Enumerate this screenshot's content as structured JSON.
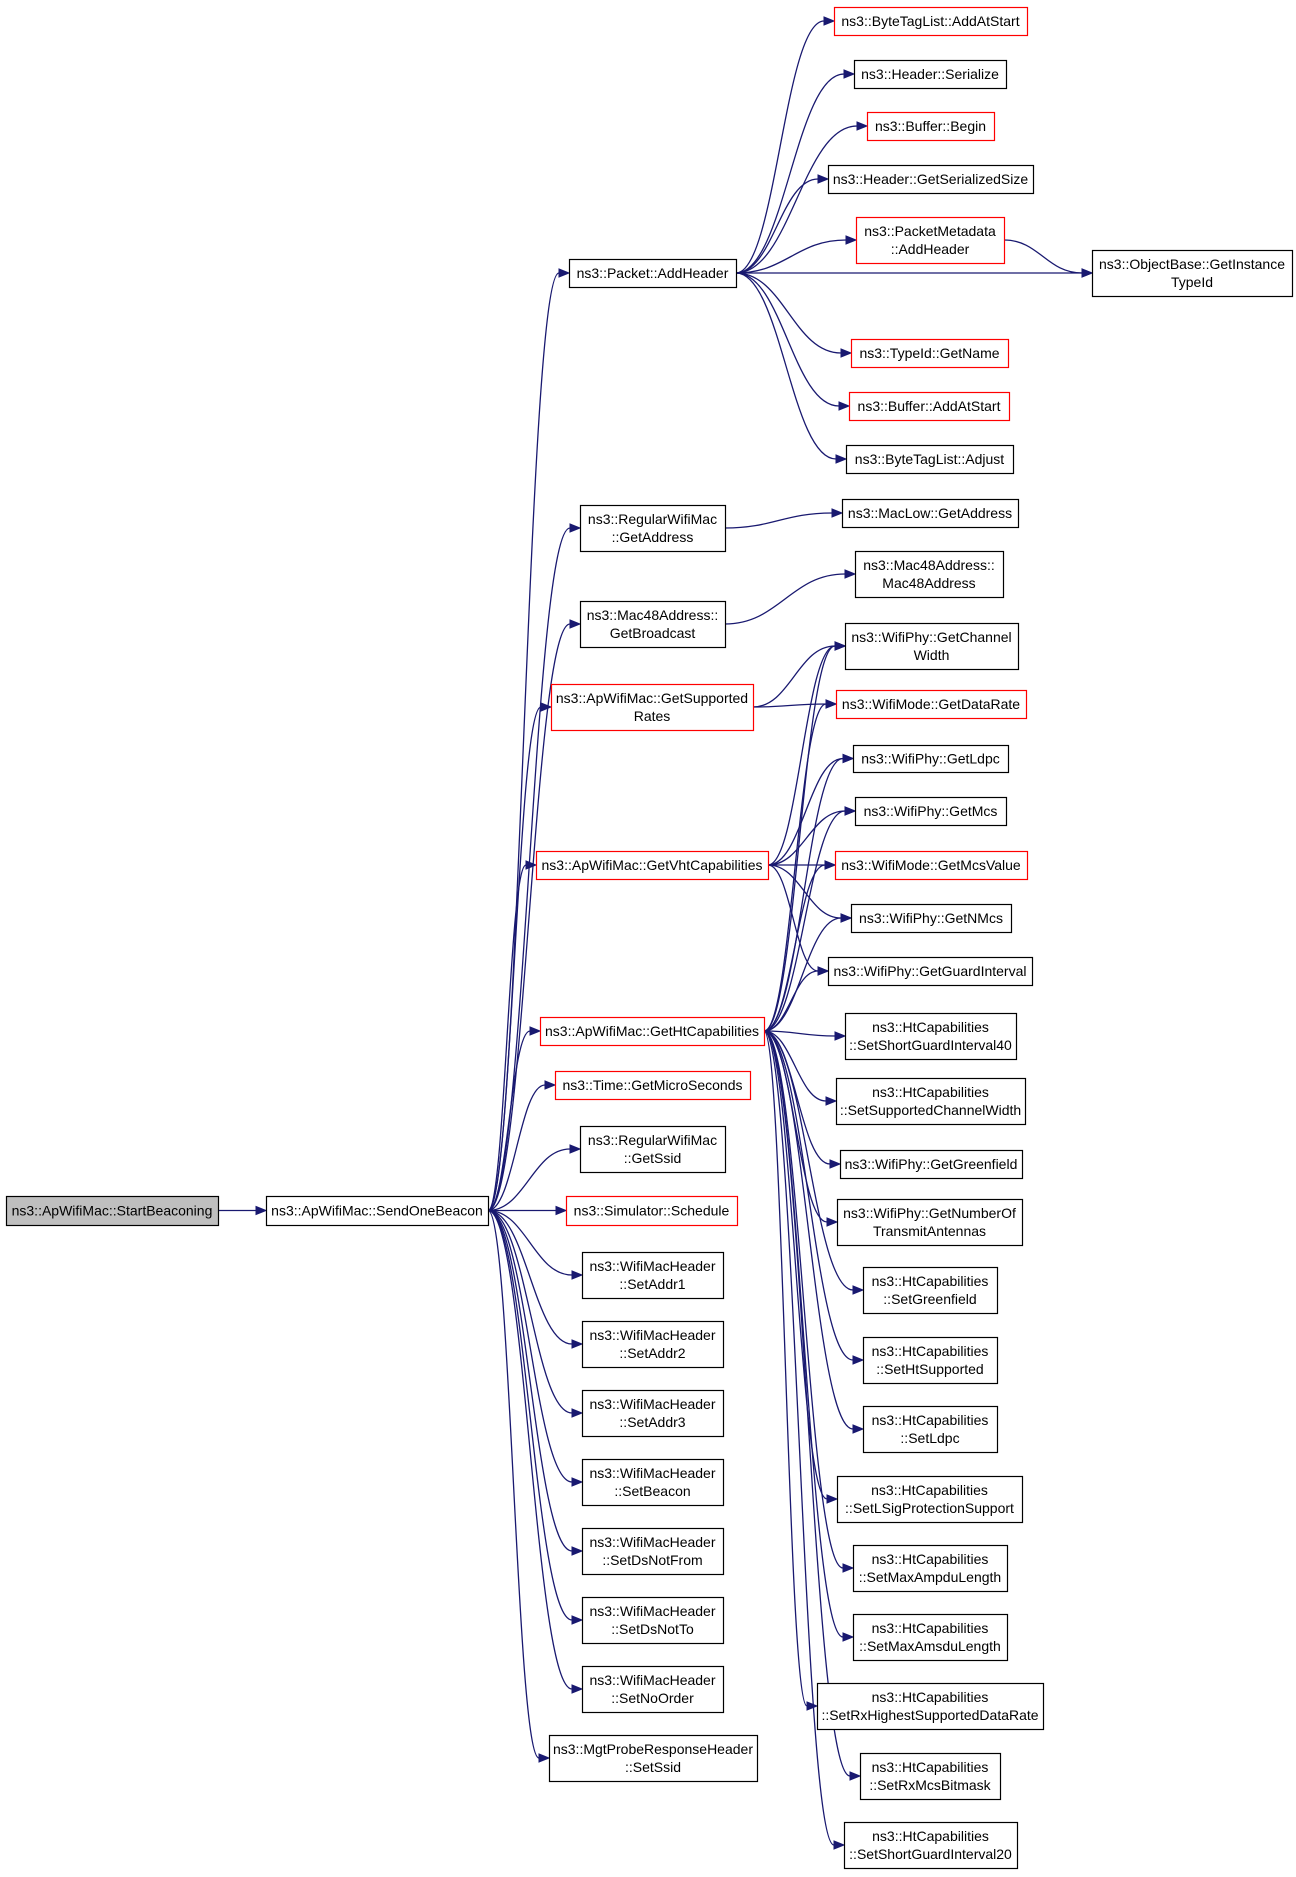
{
  "graph": {
    "title": "",
    "colors": {
      "edge": "#191970",
      "node_border_default": "#000000",
      "node_border_truncated": "#ff0000",
      "node_fill_root": "#bfbfbf",
      "node_fill": "#ffffff"
    },
    "nodes": [
      {
        "id": "start",
        "lines": [
          "ns3::ApWifiMac::StartBeaconing"
        ],
        "style": "root"
      },
      {
        "id": "send",
        "lines": [
          "ns3::ApWifiMac::SendOneBeacon"
        ],
        "style": "normal"
      },
      {
        "id": "addHeader",
        "lines": [
          "ns3::Packet::AddHeader"
        ],
        "style": "normal"
      },
      {
        "id": "btlAddAtStart",
        "lines": [
          "ns3::ByteTagList::AddAtStart"
        ],
        "style": "truncated"
      },
      {
        "id": "hdrSerialize",
        "lines": [
          "ns3::Header::Serialize"
        ],
        "style": "normal"
      },
      {
        "id": "bufBegin",
        "lines": [
          "ns3::Buffer::Begin"
        ],
        "style": "truncated"
      },
      {
        "id": "hdrSize",
        "lines": [
          "ns3::Header::GetSerializedSize"
        ],
        "style": "normal"
      },
      {
        "id": "pmAddHeader",
        "lines": [
          "ns3::PacketMetadata",
          "::AddHeader"
        ],
        "style": "truncated"
      },
      {
        "id": "objTypeId",
        "lines": [
          "ns3::ObjectBase::GetInstance",
          "TypeId"
        ],
        "style": "normal"
      },
      {
        "id": "typeName",
        "lines": [
          "ns3::TypeId::GetName"
        ],
        "style": "truncated"
      },
      {
        "id": "bufAddAtStart",
        "lines": [
          "ns3::Buffer::AddAtStart"
        ],
        "style": "truncated"
      },
      {
        "id": "btlAdjust",
        "lines": [
          "ns3::ByteTagList::Adjust"
        ],
        "style": "normal"
      },
      {
        "id": "rwmGetAddress",
        "lines": [
          "ns3::RegularWifiMac",
          "::GetAddress"
        ],
        "style": "normal"
      },
      {
        "id": "macLowAddr",
        "lines": [
          "ns3::MacLow::GetAddress"
        ],
        "style": "normal"
      },
      {
        "id": "macBroadcast",
        "lines": [
          "ns3::Mac48Address::",
          "GetBroadcast"
        ],
        "style": "normal"
      },
      {
        "id": "mac48",
        "lines": [
          "ns3::Mac48Address::",
          "Mac48Address"
        ],
        "style": "normal"
      },
      {
        "id": "supRates",
        "lines": [
          "ns3::ApWifiMac::GetSupported",
          "Rates"
        ],
        "style": "truncated"
      },
      {
        "id": "chWidth",
        "lines": [
          "ns3::WifiPhy::GetChannel",
          "Width"
        ],
        "style": "normal"
      },
      {
        "id": "dataRate",
        "lines": [
          "ns3::WifiMode::GetDataRate"
        ],
        "style": "truncated"
      },
      {
        "id": "ldpc",
        "lines": [
          "ns3::WifiPhy::GetLdpc"
        ],
        "style": "normal"
      },
      {
        "id": "mcs",
        "lines": [
          "ns3::WifiPhy::GetMcs"
        ],
        "style": "normal"
      },
      {
        "id": "vht",
        "lines": [
          "ns3::ApWifiMac::GetVhtCapabilities"
        ],
        "style": "truncated"
      },
      {
        "id": "mcsValue",
        "lines": [
          "ns3::WifiMode::GetMcsValue"
        ],
        "style": "truncated"
      },
      {
        "id": "nMcs",
        "lines": [
          "ns3::WifiPhy::GetNMcs"
        ],
        "style": "normal"
      },
      {
        "id": "guard",
        "lines": [
          "ns3::WifiPhy::GetGuardInterval"
        ],
        "style": "normal"
      },
      {
        "id": "ht",
        "lines": [
          "ns3::ApWifiMac::GetHtCapabilities"
        ],
        "style": "truncated"
      },
      {
        "id": "sgi40",
        "lines": [
          "ns3::HtCapabilities",
          "::SetShortGuardInterval40"
        ],
        "style": "normal"
      },
      {
        "id": "micro",
        "lines": [
          "ns3::Time::GetMicroSeconds"
        ],
        "style": "truncated"
      },
      {
        "id": "supChWidth",
        "lines": [
          "ns3::HtCapabilities",
          "::SetSupportedChannelWidth"
        ],
        "style": "normal"
      },
      {
        "id": "rwmSsid",
        "lines": [
          "ns3::RegularWifiMac",
          "::GetSsid"
        ],
        "style": "normal"
      },
      {
        "id": "greenfield",
        "lines": [
          "ns3::WifiPhy::GetGreenfield"
        ],
        "style": "normal"
      },
      {
        "id": "schedule",
        "lines": [
          "ns3::Simulator::Schedule"
        ],
        "style": "truncated"
      },
      {
        "id": "numTx",
        "lines": [
          "ns3::WifiPhy::GetNumberOf",
          "TransmitAntennas"
        ],
        "style": "normal"
      },
      {
        "id": "addr1",
        "lines": [
          "ns3::WifiMacHeader",
          "::SetAddr1"
        ],
        "style": "normal"
      },
      {
        "id": "setGreenfield",
        "lines": [
          "ns3::HtCapabilities",
          "::SetGreenfield"
        ],
        "style": "normal"
      },
      {
        "id": "addr2",
        "lines": [
          "ns3::WifiMacHeader",
          "::SetAddr2"
        ],
        "style": "normal"
      },
      {
        "id": "htSupported",
        "lines": [
          "ns3::HtCapabilities",
          "::SetHtSupported"
        ],
        "style": "normal"
      },
      {
        "id": "addr3",
        "lines": [
          "ns3::WifiMacHeader",
          "::SetAddr3"
        ],
        "style": "normal"
      },
      {
        "id": "setLdpc",
        "lines": [
          "ns3::HtCapabilities",
          "::SetLdpc"
        ],
        "style": "normal"
      },
      {
        "id": "beacon",
        "lines": [
          "ns3::WifiMacHeader",
          "::SetBeacon"
        ],
        "style": "normal"
      },
      {
        "id": "lsig",
        "lines": [
          "ns3::HtCapabilities",
          "::SetLSigProtectionSupport"
        ],
        "style": "normal"
      },
      {
        "id": "dsNotFrom",
        "lines": [
          "ns3::WifiMacHeader",
          "::SetDsNotFrom"
        ],
        "style": "normal"
      },
      {
        "id": "ampdu",
        "lines": [
          "ns3::HtCapabilities",
          "::SetMaxAmpduLength"
        ],
        "style": "normal"
      },
      {
        "id": "dsNotTo",
        "lines": [
          "ns3::WifiMacHeader",
          "::SetDsNotTo"
        ],
        "style": "normal"
      },
      {
        "id": "amsdu",
        "lines": [
          "ns3::HtCapabilities",
          "::SetMaxAmsduLength"
        ],
        "style": "normal"
      },
      {
        "id": "noOrder",
        "lines": [
          "ns3::WifiMacHeader",
          "::SetNoOrder"
        ],
        "style": "normal"
      },
      {
        "id": "rxHighest",
        "lines": [
          "ns3::HtCapabilities",
          "::SetRxHighestSupportedDataRate"
        ],
        "style": "normal"
      },
      {
        "id": "mgtSsid",
        "lines": [
          "ns3::MgtProbeResponseHeader",
          "::SetSsid"
        ],
        "style": "normal"
      },
      {
        "id": "rxMcs",
        "lines": [
          "ns3::HtCapabilities",
          "::SetRxMcsBitmask"
        ],
        "style": "normal"
      },
      {
        "id": "sgi20",
        "lines": [
          "ns3::HtCapabilities",
          "::SetShortGuardInterval20"
        ],
        "style": "normal"
      }
    ],
    "edges": [
      [
        "start",
        "send"
      ],
      [
        "send",
        "addHeader"
      ],
      [
        "send",
        "rwmGetAddress"
      ],
      [
        "send",
        "macBroadcast"
      ],
      [
        "send",
        "supRates"
      ],
      [
        "send",
        "vht"
      ],
      [
        "send",
        "ht"
      ],
      [
        "send",
        "micro"
      ],
      [
        "send",
        "rwmSsid"
      ],
      [
        "send",
        "schedule"
      ],
      [
        "send",
        "addr1"
      ],
      [
        "send",
        "addr2"
      ],
      [
        "send",
        "addr3"
      ],
      [
        "send",
        "beacon"
      ],
      [
        "send",
        "dsNotFrom"
      ],
      [
        "send",
        "dsNotTo"
      ],
      [
        "send",
        "noOrder"
      ],
      [
        "send",
        "mgtSsid"
      ],
      [
        "addHeader",
        "btlAddAtStart"
      ],
      [
        "addHeader",
        "hdrSerialize"
      ],
      [
        "addHeader",
        "bufBegin"
      ],
      [
        "addHeader",
        "hdrSize"
      ],
      [
        "addHeader",
        "pmAddHeader"
      ],
      [
        "addHeader",
        "objTypeId"
      ],
      [
        "addHeader",
        "typeName"
      ],
      [
        "addHeader",
        "bufAddAtStart"
      ],
      [
        "addHeader",
        "btlAdjust"
      ],
      [
        "pmAddHeader",
        "objTypeId"
      ],
      [
        "rwmGetAddress",
        "macLowAddr"
      ],
      [
        "macBroadcast",
        "mac48"
      ],
      [
        "supRates",
        "chWidth"
      ],
      [
        "supRates",
        "dataRate"
      ],
      [
        "vht",
        "chWidth"
      ],
      [
        "vht",
        "ldpc"
      ],
      [
        "vht",
        "mcs"
      ],
      [
        "vht",
        "mcsValue"
      ],
      [
        "vht",
        "nMcs"
      ],
      [
        "vht",
        "guard"
      ],
      [
        "ht",
        "chWidth"
      ],
      [
        "ht",
        "dataRate"
      ],
      [
        "ht",
        "ldpc"
      ],
      [
        "ht",
        "mcs"
      ],
      [
        "ht",
        "mcsValue"
      ],
      [
        "ht",
        "nMcs"
      ],
      [
        "ht",
        "guard"
      ],
      [
        "ht",
        "sgi40"
      ],
      [
        "ht",
        "supChWidth"
      ],
      [
        "ht",
        "greenfield"
      ],
      [
        "ht",
        "numTx"
      ],
      [
        "ht",
        "setGreenfield"
      ],
      [
        "ht",
        "htSupported"
      ],
      [
        "ht",
        "setLdpc"
      ],
      [
        "ht",
        "lsig"
      ],
      [
        "ht",
        "ampdu"
      ],
      [
        "ht",
        "amsdu"
      ],
      [
        "ht",
        "rxHighest"
      ],
      [
        "ht",
        "rxMcs"
      ],
      [
        "ht",
        "sgi20"
      ]
    ]
  }
}
